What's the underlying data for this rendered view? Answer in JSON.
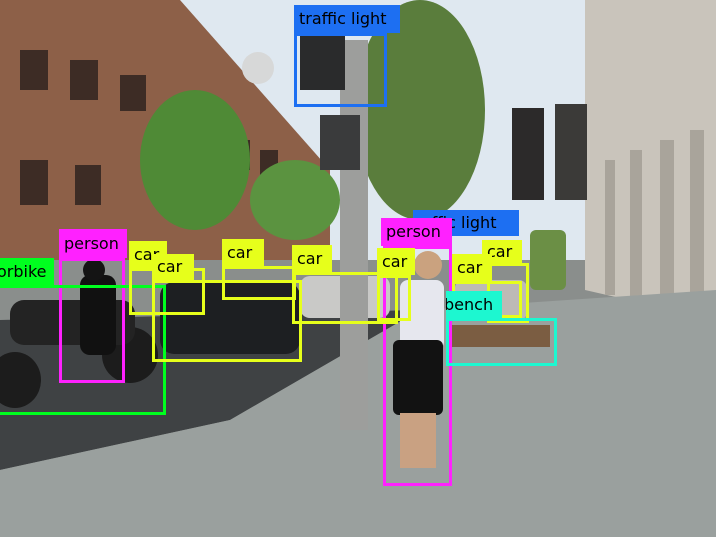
{
  "image": {
    "colors": {
      "sky": "#dfe8f0",
      "building_left": "#8d6048",
      "building_right": "#c9c4bb",
      "road": "#3f4244",
      "sidewalk": "#9aa09e",
      "tree": "#4f8a36"
    }
  },
  "detections": [
    {
      "label": "traffic light",
      "color": "#1d6ff2"
    },
    {
      "label": "traffic light",
      "color": "#1d6ff2"
    },
    {
      "label": "person",
      "color": "#ff21ff"
    },
    {
      "label": "person",
      "color": "#ff21ff"
    },
    {
      "label": "orbike",
      "color": "#00ff1f"
    },
    {
      "label": "car",
      "color": "#e6ff1b"
    },
    {
      "label": "car",
      "color": "#e6ff1b"
    },
    {
      "label": "car",
      "color": "#e6ff1b"
    },
    {
      "label": "car",
      "color": "#e6ff1b"
    },
    {
      "label": "car",
      "color": "#e6ff1b"
    },
    {
      "label": "car",
      "color": "#e6ff1b"
    },
    {
      "label": "car",
      "color": "#e6ff1b"
    },
    {
      "label": "bench",
      "color": "#1df7d0"
    }
  ]
}
